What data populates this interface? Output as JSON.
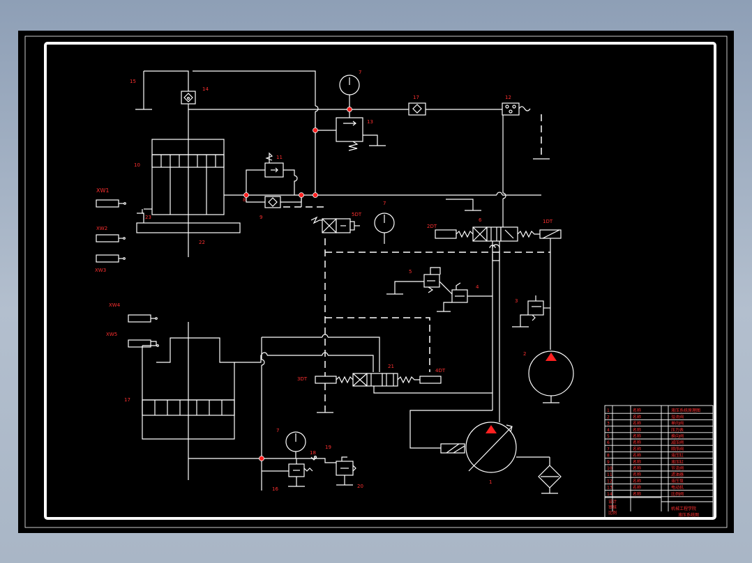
{
  "labels": {
    "l1": "1",
    "l2": "2",
    "l3": "3",
    "l4": "4",
    "l5": "5",
    "l6": "6",
    "l7a": "7",
    "l7b": "7",
    "l7c": "7",
    "l8": "8",
    "l9": "9",
    "l10": "10",
    "l11": "11",
    "l12": "12",
    "l13": "13",
    "l14": "14",
    "l15": "15",
    "l16": "16",
    "l17": "17",
    "l18": "18",
    "l19": "19",
    "l20": "20",
    "l21": "21",
    "l22": "22",
    "l23": "23",
    "l1dt": "1DT",
    "l2dt": "2DT",
    "l3dt": "3DT",
    "l4dt": "4DT",
    "l5dt": "5DT",
    "xw1": "XW1",
    "xw2": "XW2",
    "xw3": "XW3",
    "xw4": "XW4",
    "xw5": "XW5"
  },
  "title_block": {
    "left_rows": [
      "1",
      "2",
      "3",
      "4",
      "5",
      "6",
      "7",
      "8",
      "9",
      "10",
      "11",
      "12",
      "13",
      "14"
    ],
    "mid_rows": [
      "名称",
      "名称",
      "名称",
      "名称",
      "名称",
      "名称",
      "名称",
      "名称",
      "名称",
      "名称",
      "名称",
      "名称",
      "名称",
      "名称"
    ],
    "right_rows": [
      "液压系统原理图",
      "溢流阀",
      "单向阀",
      "压力表",
      "换向阀",
      "减压阀",
      "顺序阀",
      "液压缸",
      "液压缸",
      "节流阀",
      "滤油器",
      "液压泵",
      "电动机",
      "比例阀"
    ],
    "footer": [
      "设计",
      "审核",
      "比例"
    ],
    "school": "机械工程学院",
    "drawing_title": "液压系统图"
  }
}
